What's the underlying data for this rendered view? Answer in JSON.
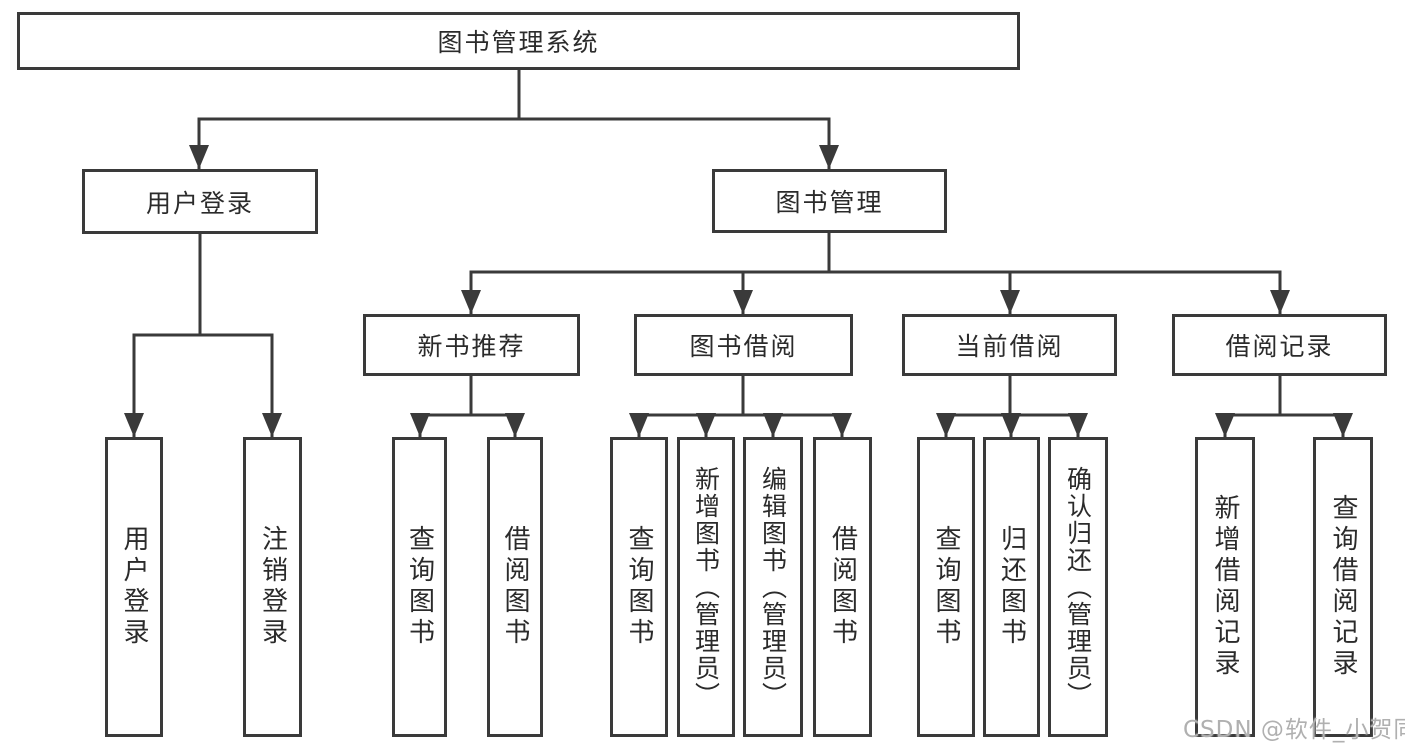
{
  "colors": {
    "line": "#3a3a3a",
    "text": "#2b2b2b",
    "background": "#ffffff",
    "watermark": "#b0b0b0"
  },
  "watermark": {
    "text": "CSDN @软件_小贺同学"
  },
  "tree": {
    "label": "图书管理系统",
    "children": [
      {
        "label": "用户登录",
        "children": [
          {
            "label": "用户登录"
          },
          {
            "label": "注销登录"
          }
        ]
      },
      {
        "label": "图书管理",
        "children": [
          {
            "label": "新书推荐",
            "children": [
              {
                "label": "查询图书"
              },
              {
                "label": "借阅图书"
              }
            ]
          },
          {
            "label": "图书借阅",
            "children": [
              {
                "label": "查询图书"
              },
              {
                "label": "新增图书（管理员）"
              },
              {
                "label": "编辑图书（管理员）"
              },
              {
                "label": "借阅图书"
              }
            ]
          },
          {
            "label": "当前借阅",
            "children": [
              {
                "label": "查询图书"
              },
              {
                "label": "归还图书"
              },
              {
                "label": "确认归还（管理员）"
              }
            ]
          },
          {
            "label": "借阅记录",
            "children": [
              {
                "label": "新增借阅记录"
              },
              {
                "label": "查询借阅记录"
              }
            ]
          }
        ]
      }
    ]
  }
}
